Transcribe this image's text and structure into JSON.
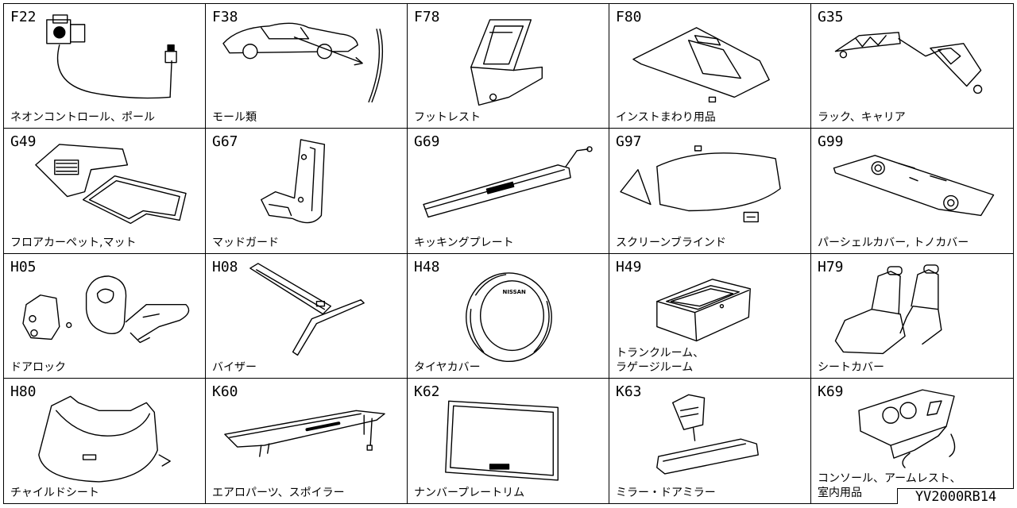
{
  "diagram": {
    "document_id": "YV2000RB14",
    "cells": [
      {
        "code": "F22",
        "label": "ネオンコントロール、ポール"
      },
      {
        "code": "F38",
        "label": "モール類"
      },
      {
        "code": "F78",
        "label": "フットレスト"
      },
      {
        "code": "F80",
        "label": "インストまわり用品"
      },
      {
        "code": "G35",
        "label": "ラック、キャリア"
      },
      {
        "code": "G49",
        "label": "フロアカーペット,マット"
      },
      {
        "code": "G67",
        "label": "マッドガード"
      },
      {
        "code": "G69",
        "label": "キッキングプレート"
      },
      {
        "code": "G97",
        "label": "スクリーンブラインド"
      },
      {
        "code": "G99",
        "label": "パーシェルカバー, トノカバー"
      },
      {
        "code": "H05",
        "label": "ドアロック"
      },
      {
        "code": "H08",
        "label": "バイザー"
      },
      {
        "code": "H48",
        "label": "タイヤカバー"
      },
      {
        "code": "H49",
        "label": "トランクルーム、\nラゲージルーム"
      },
      {
        "code": "H79",
        "label": "シートカバー"
      },
      {
        "code": "H80",
        "label": "チャイルドシート"
      },
      {
        "code": "K60",
        "label": "エアロパーツ、スポイラー"
      },
      {
        "code": "K62",
        "label": "ナンバープレートリム"
      },
      {
        "code": "K63",
        "label": "ミラー・ドアミラー"
      },
      {
        "code": "K69",
        "label": "コンソール、アームレスト、\n室内用品"
      }
    ],
    "artwork_text": {
      "tire_cover_logo": "NISSAN"
    }
  }
}
